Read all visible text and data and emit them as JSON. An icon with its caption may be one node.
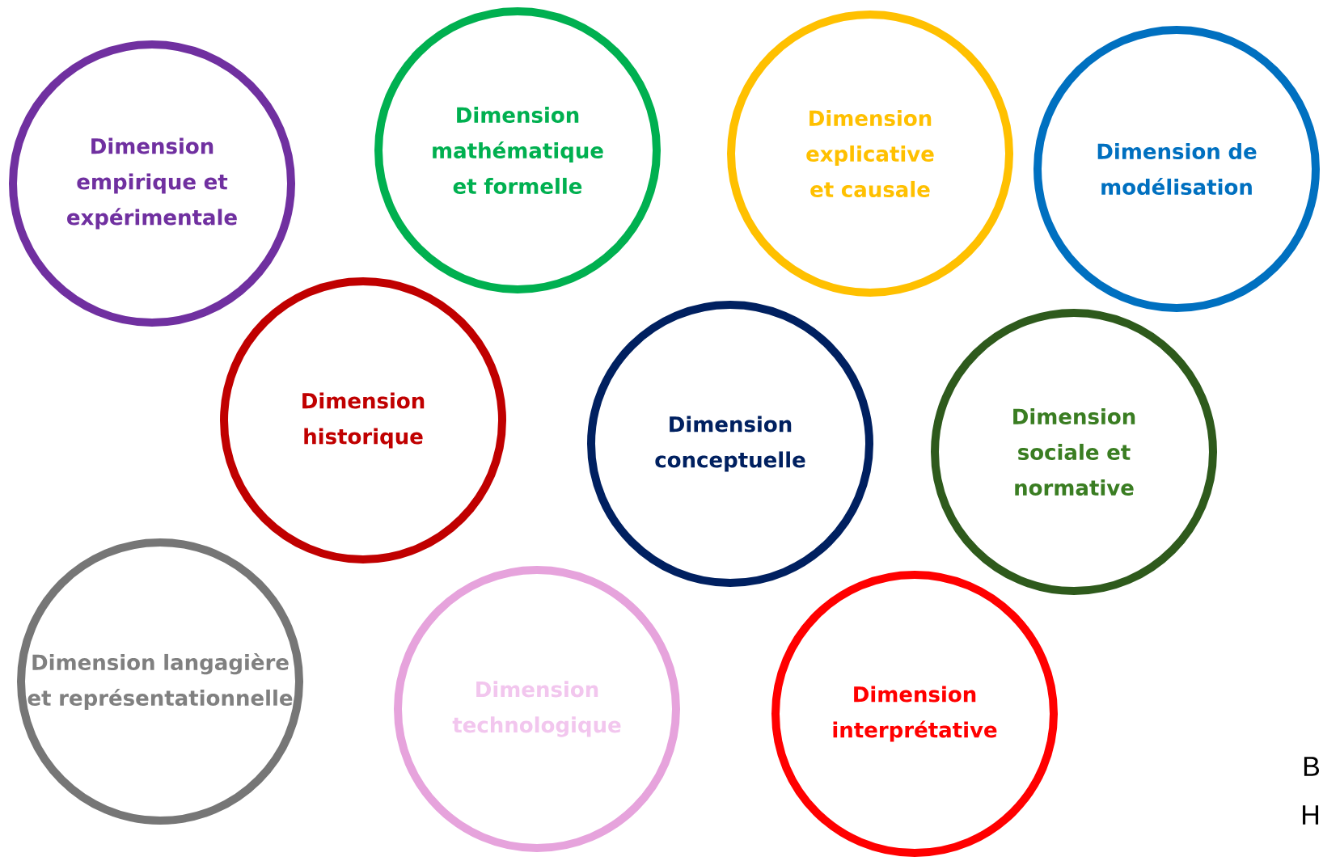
{
  "diagram": {
    "nodes": [
      {
        "text": [
          "Dimension empirique et expérimentale"
        ]
      },
      {
        "text": [
          "Dimension mathématique et formelle"
        ]
      },
      {
        "text": [
          "Dimension explicative et causale"
        ]
      },
      {
        "text": [
          "Dimension de modélisation"
        ]
      },
      {
        "text": [
          "Dimension historique"
        ]
      },
      {
        "text": [
          "Dimension conceptuelle"
        ]
      },
      {
        "text": [
          "Dimension sociale et normative"
        ]
      },
      {
        "text": [
          "Dimension langagière et représentationnelle"
        ]
      },
      {
        "text": [
          "Dimension technologique"
        ]
      },
      {
        "text": [
          "Dimension interprétative"
        ]
      }
    ],
    "labels": [
      "B",
      "H"
    ]
  }
}
